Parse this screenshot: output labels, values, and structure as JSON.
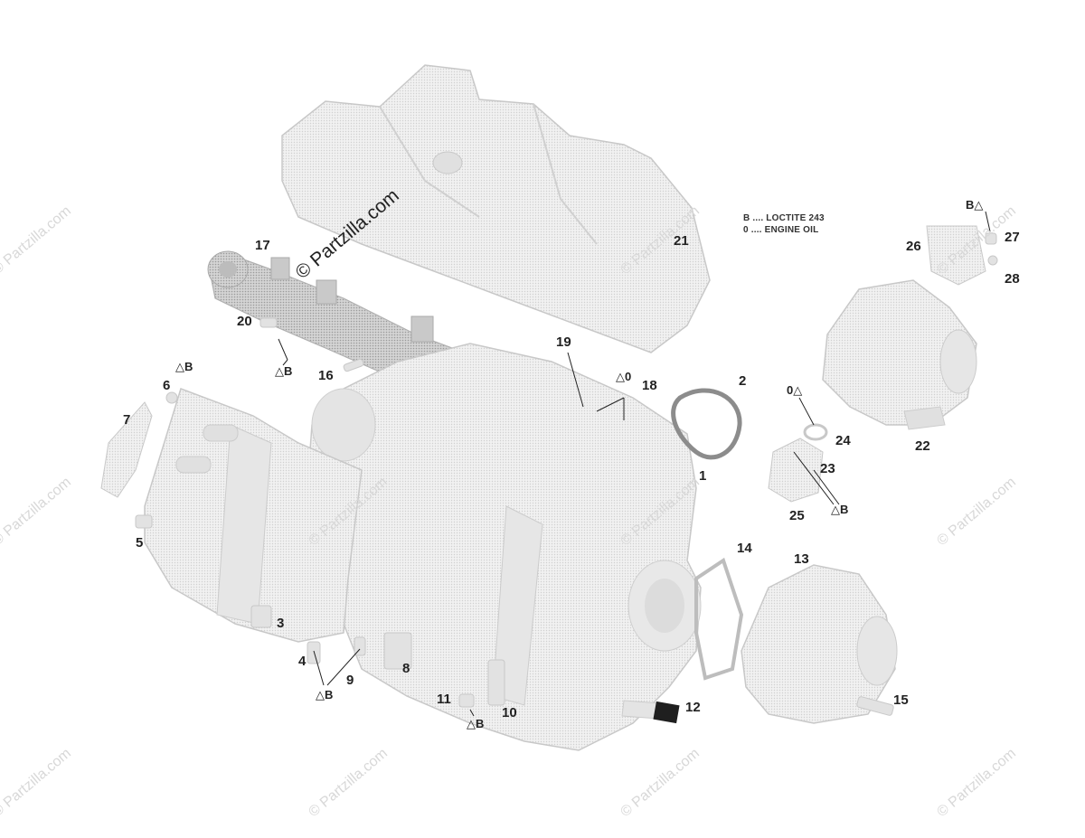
{
  "watermark": {
    "main": "© Partzilla.com",
    "repeat": "© Partzilla.com"
  },
  "legend": {
    "line_b": "B .... LOCTITE 243",
    "line_o": "0 .... ENGINE OIL"
  },
  "symbols": {
    "b": "B",
    "o": "0"
  },
  "callouts": {
    "c1": "1",
    "c2": "2",
    "c3": "3",
    "c4": "4",
    "c5": "5",
    "c6": "6",
    "c7": "7",
    "c8": "8",
    "c9": "9",
    "c10": "10",
    "c11": "11",
    "c12": "12",
    "c13": "13",
    "c14": "14",
    "c15": "15",
    "c16": "16",
    "c17": "17",
    "c18": "18",
    "c19": "19",
    "c20": "20",
    "c21": "21",
    "c22": "22",
    "c23": "23",
    "c24": "24",
    "c25": "25",
    "c26": "26",
    "c27": "27",
    "c28": "28"
  },
  "colors": {
    "part_fill": "#ececec",
    "part_stroke": "#c8c8c8",
    "dark_part": "#8a8a8a",
    "leader": "#222222",
    "watermark": "#d8d8d8"
  }
}
